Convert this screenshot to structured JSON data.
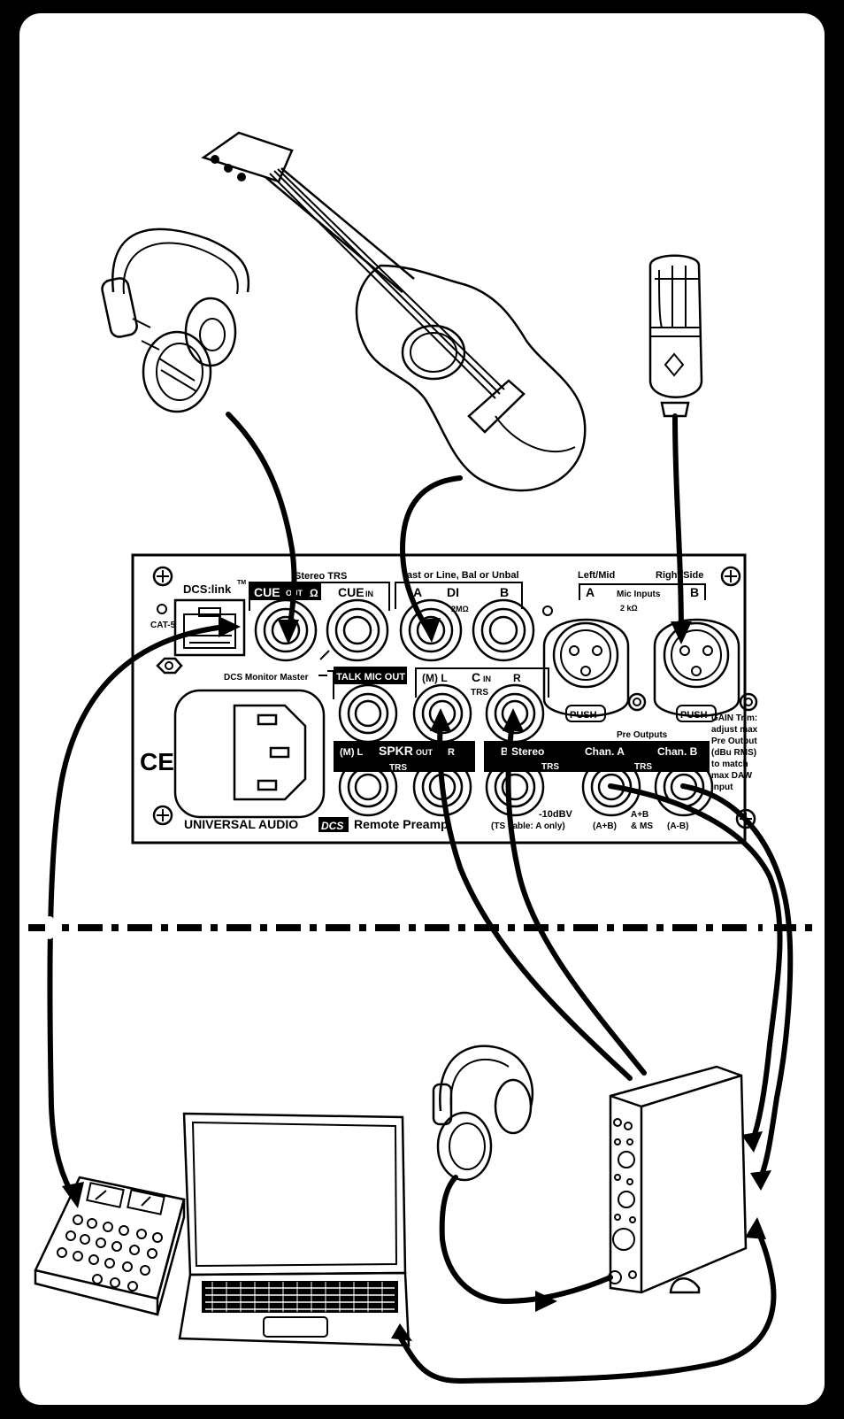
{
  "panel": {
    "brand_link": "DCS:link",
    "tm": "TM",
    "cat5": "CAT-5",
    "stereo_trs": "Stereo TRS",
    "cue_out": "CUE",
    "cue_out_small": "OUT",
    "cue_in": "CUE",
    "cue_in_small": "IN",
    "input_header": "ast or Line, Bal or Unbal",
    "di_a": "A",
    "di_label": "DI",
    "di_b": "B",
    "di_impedance": "2MΩ",
    "left_mid": "Left/Mid",
    "right_side": "Right/Side",
    "mic_a": "A",
    "mic_b": "B",
    "mic_inputs": "Mic Inputs",
    "mic_impedance": "2 kΩ",
    "push_a": "PUSH",
    "push_b": "PUSH",
    "dcs_monitor_master": "DCS Monitor Master",
    "talk_mic_out": "TALK MIC OUT",
    "c_in_l": "(M) L",
    "c_in": "C",
    "c_in_small": "IN",
    "c_in_r": "R",
    "c_in_trs": "TRS",
    "spkr_l": "(M) L",
    "spkr": "SPKR",
    "spkr_small": "OUT",
    "spkr_r": "R",
    "spkr_trs": "TRS",
    "b_stereo": "B Stereo",
    "b_stereo_trs": "TRS",
    "pre_outputs": "Pre Outputs",
    "chan_a": "Chan. A",
    "chan_b": "Chan. B",
    "pre_trs": "TRS",
    "gain_trim": [
      "GAIN Trim:",
      "adjust max",
      "Pre Output",
      "(dBu RMS)",
      "to match",
      "max DAW",
      "input"
    ],
    "minus10": "-10dBV",
    "ts_cable": "(TS cable: A only)",
    "a_plus_b": "(A+B)",
    "a_plus_b_ms": "A+B",
    "and_ms": "& MS",
    "a_minus_b": "(A-B)",
    "ce": "CE",
    "brand": "UNIVERSAL AUDIO",
    "dcs_logo": "DCS",
    "remote_preamp": "Remote Preamp"
  }
}
